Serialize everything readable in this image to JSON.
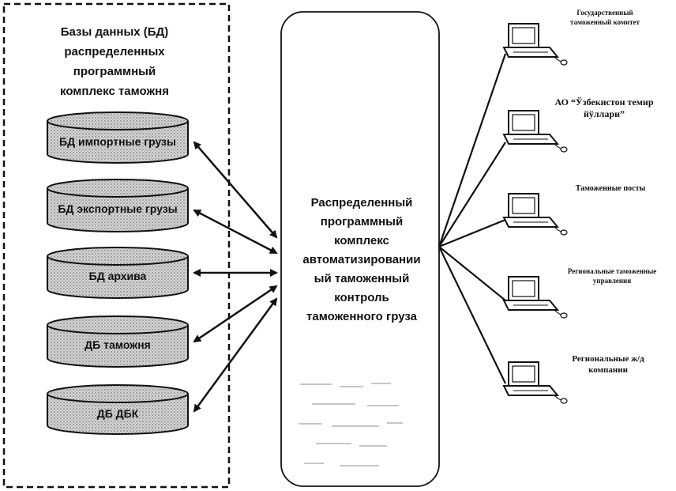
{
  "db_group": {
    "title_lines": [
      "Базы данных (БД)",
      "распределенных программный",
      "комплекс таможня"
    ],
    "cylinders": [
      {
        "label": "БД импортные грузы"
      },
      {
        "label": "БД экспортные грузы"
      },
      {
        "label": "БД архива"
      },
      {
        "label": "ДБ таможня"
      },
      {
        "label": "ДБ ДБК"
      }
    ]
  },
  "center_box": {
    "lines": [
      "Распределенный",
      "программный",
      "комплекс",
      "автоматизировании",
      "ый таможенный",
      "контроль",
      "таможенного груза"
    ]
  },
  "computers": [
    {
      "label_lines": [
        "Государственный",
        "таможенный комитет"
      ]
    },
    {
      "label_lines": [
        "АО “Ўзбекистон темир",
        "йўллари”"
      ]
    },
    {
      "label_lines": [
        "Таможенные посты"
      ]
    },
    {
      "label_lines": [
        "Региональные таможенные",
        "управления"
      ]
    },
    {
      "label_lines": [
        "Региональные ж/д",
        "компании"
      ]
    }
  ],
  "colors": {
    "line": "#111111",
    "cylinder_fill": "#c9c9c9",
    "texture_dot": "#7a7a7a"
  }
}
